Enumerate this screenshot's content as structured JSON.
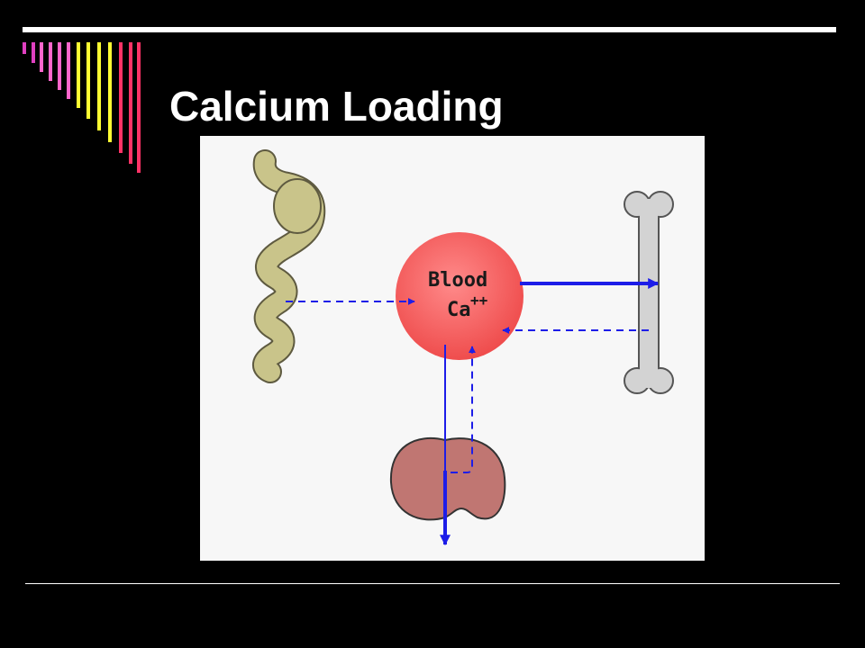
{
  "slide": {
    "title": "Calcium Loading"
  },
  "diagram": {
    "center_node": {
      "label_line1": "Blood",
      "label_line2": "Ca",
      "label_superscript": "++"
    },
    "organs": [
      "intestine-icon",
      "bone-icon",
      "kidney-icon"
    ],
    "colors": {
      "background": "#000000",
      "panel": "#f7f7f7",
      "blood": "#f25c5c",
      "arrow": "#1d1de8",
      "intestine": "#c9c48a",
      "bone": "#d3d3d3",
      "kidney": "#c07672",
      "stripe_magenta": "#e040c0",
      "stripe_pink": "#ff66cc",
      "stripe_yellow": "#ffff33",
      "stripe_red": "#ff3366"
    }
  }
}
